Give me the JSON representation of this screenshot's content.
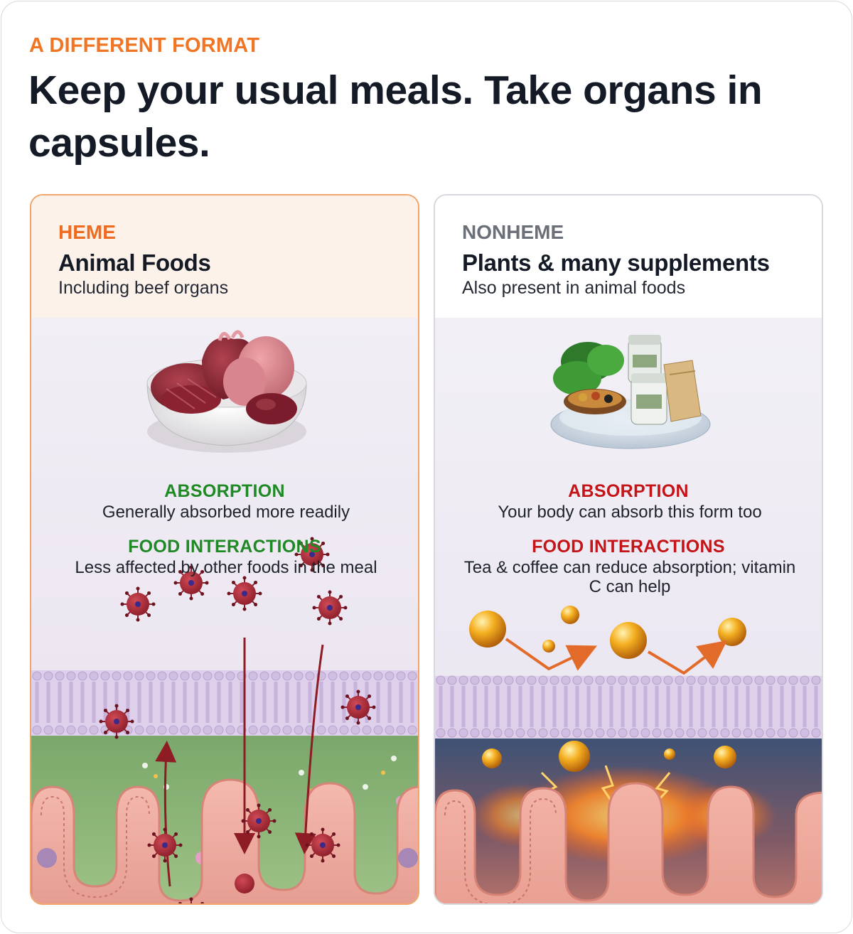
{
  "eyebrow": "A DIFFERENT FORMAT",
  "headline": "Keep your usual meals. Take organs in capsules.",
  "cards": [
    {
      "tag": "HEME",
      "title": "Animal Foods",
      "subtitle": "Including beef organs",
      "absorption_label": "ABSORPTION",
      "absorption_text": "Generally absorbed more readily",
      "interactions_label": "FOOD INTERACTIONS",
      "interactions_text": "Less affected by other foods in the meal",
      "label_color": "#1f8a25",
      "tag_color": "#ef6b1f"
    },
    {
      "tag": "NONHEME",
      "title": "Plants & many supplements",
      "subtitle": "Also present in animal foods",
      "absorption_label": "ABSORPTION",
      "absorption_text": "Your body can absorb this form too",
      "interactions_label": "FOOD INTERACTIONS",
      "interactions_text": "Tea & coffee can reduce absorption; vitamin C can help",
      "label_color": "#c41418",
      "tag_color": "#6a6f78"
    }
  ],
  "colors": {
    "accent_orange": "#f07524",
    "heading": "#151b26"
  }
}
